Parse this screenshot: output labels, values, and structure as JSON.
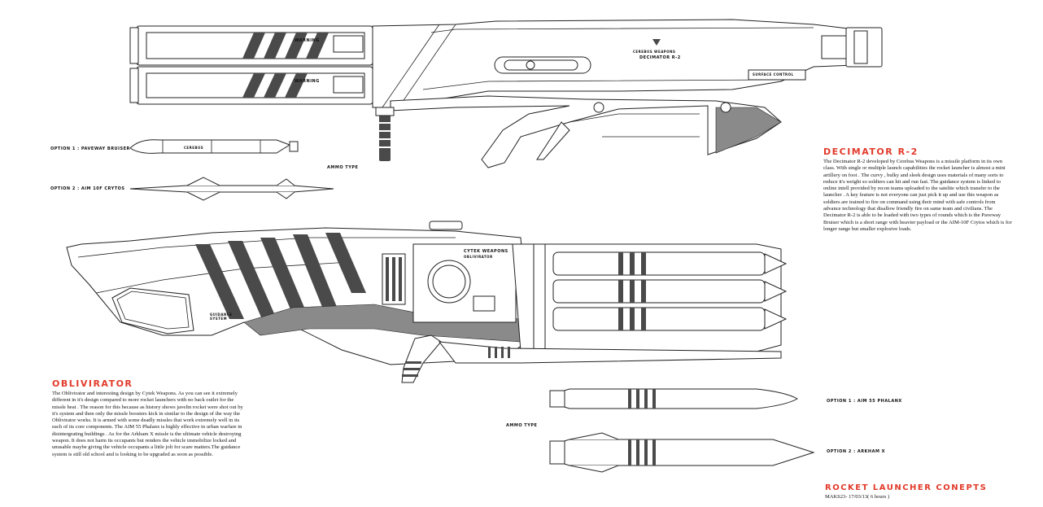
{
  "colors": {
    "accent": "#e23a2a",
    "line": "#222222",
    "stripe": "#4a4a4a",
    "fill": "#ffffff"
  },
  "decimator": {
    "title": "Decimator R-2",
    "description": "The Decimator R-2 developed by Cerebus Weapons is a missile platform in its own class. With single or multiple launch capabilities the rocket launcher is almost a mini artillery on foot . The curvy , bulky and sleek design uses materials of many sorts to reduce it's weight so soldiers can hit and run fast. The guidance system is linked to online intell provided by recon teams uploaded to the satelite which transfer to the launcher . A key feature is not everyone can just pick it up and use this weapon as soldiers are trained to fire on command using their mind with safe controls from advance technology that disallow friendly fire on same team and civilians. The Decimator R-2 is able to be loaded with two types of rounds which is the Paveway Bruiser which is a short range with heavier payload or the AIM-10F Crytos which is for longer range but smaller explosive loads.",
    "body_decal_brand": "CEREBUS WEAPONS",
    "body_decal_model": "DECIMATOR R-2",
    "warning_decal": "WARNING",
    "grip_decal": "SURFACE CONTROL",
    "ammo_type_label": "AMMO TYPE",
    "option1": "OPTION 1 : PAVEWAY BRUISER",
    "option2": "OPTION 2 : AIM 10F CRYTOS",
    "missile_decal": "CEREBUS"
  },
  "oblivirator": {
    "title": "Oblivirator",
    "description": "The Oblivirator and interesting design by Cytek Weapons. As you can see it extremely different in it's design compared to more rocket launchers with no back outlet for the missle heat . The reason for this because as history shows javelin rocket were shot out by it's system and then only the missle boosters kick in similar to the design of the way the Oblivirator works. It is armed with some deadly missles that work extremely well in its each of its core components. The AIM 55 Phalanx is highly effective in urban warfare in disintergrating buildings . As for the Arkham X missle is the ultimate vehicle destroying weapon. It does not harm its occupants but renders the vehicle immobilize locked and unusable maybe giving the vehicle occupants a little jolt for scare matters.The guidance system is still old school and is looking to be upgraded as soon as possible.",
    "body_decal_brand": "CYTEK WEAPONS",
    "body_decal_model": "OBLIVIRATOR",
    "side_decal": "GUIDANCE SYSTEM",
    "ammo_type_label": "AMMO TYPE",
    "option1": "OPTION 1 : AIM 55 PHALANX",
    "option2": "OPTION 2 : ARKHAM X"
  },
  "footer": {
    "title": "Rocket Launcher Conepts",
    "credit": "MAKS23- 17/03/13( 6 hours )"
  }
}
